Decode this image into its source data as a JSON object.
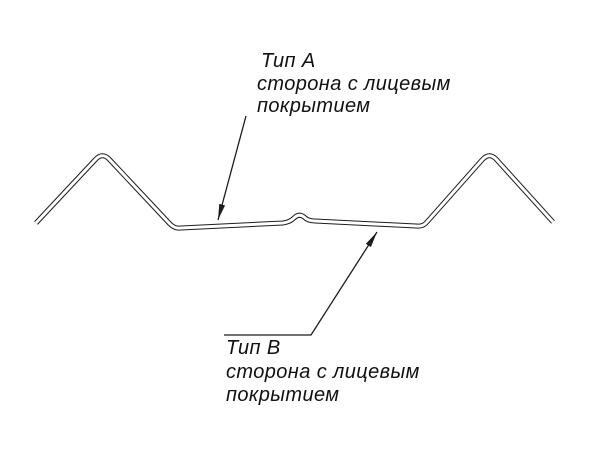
{
  "drawing": {
    "colors": {
      "background": "#ffffff",
      "line": "#1c1c1c"
    },
    "label_a": {
      "title": "Тип А",
      "line1": "сторона с лицевым",
      "line2": "покрытием"
    },
    "label_b": {
      "title": "Тип В",
      "line1": "сторона с лицевым",
      "line2": "покрытием"
    }
  }
}
